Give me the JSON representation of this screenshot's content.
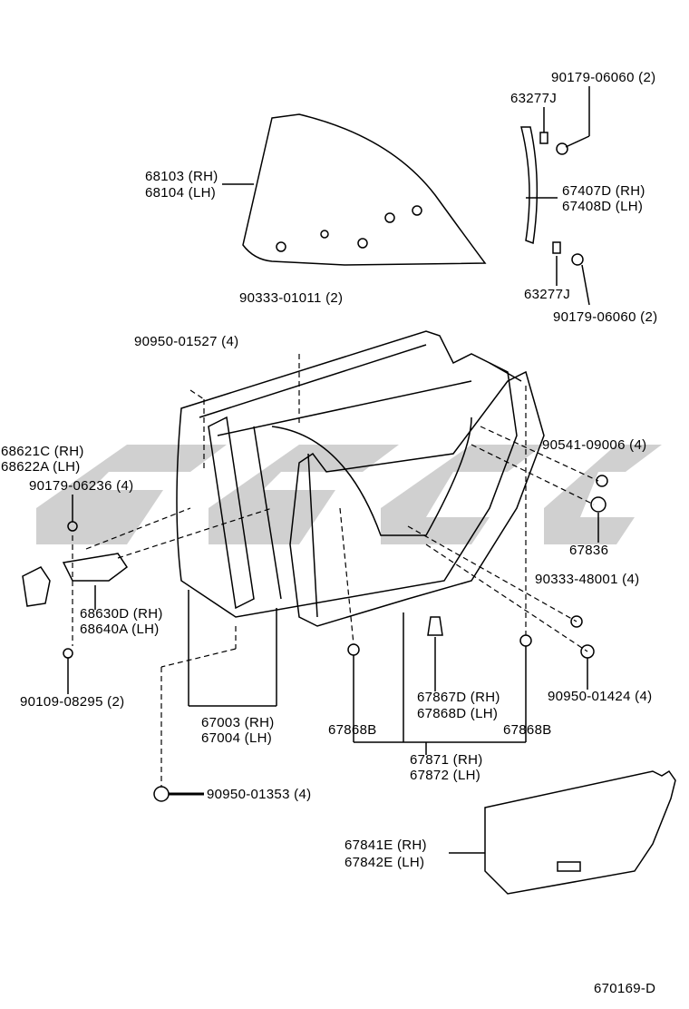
{
  "diagram_code": "670169-D",
  "watermark_color": "#c8c8c8",
  "ink_color": "#000000",
  "parts": {
    "p1": "90179-06060 (2)",
    "p2": "63277J",
    "p3a": "68103 (RH)",
    "p3b": "68104 (LH)",
    "p4a": "67407D (RH)",
    "p4b": "67408D (LH)",
    "p5": "63277J",
    "p6": "90179-06060 (2)",
    "p7": "90333-01011 (2)",
    "p8": "90950-01527 (4)",
    "p9a": "68621C (RH)",
    "p9b": "68622A (LH)",
    "p10": "90179-06236 (4)",
    "p11": "90541-09006 (4)",
    "p12": "67836",
    "p13": "90333-48001 (4)",
    "p14a": "68630D (RH)",
    "p14b": "68640A (LH)",
    "p15": "90109-08295 (2)",
    "p16": "90950-01424 (4)",
    "p17a": "67867D (RH)",
    "p17b": "67868D (LH)",
    "p18a": "67003 (RH)",
    "p18b": "67004 (LH)",
    "p19": "67868B",
    "p20": "67868B",
    "p21a": "67871 (RH)",
    "p21b": "67872 (LH)",
    "p22": "90950-01353 (4)",
    "p23a": "67841E (RH)",
    "p23b": "67842E (LH)"
  }
}
